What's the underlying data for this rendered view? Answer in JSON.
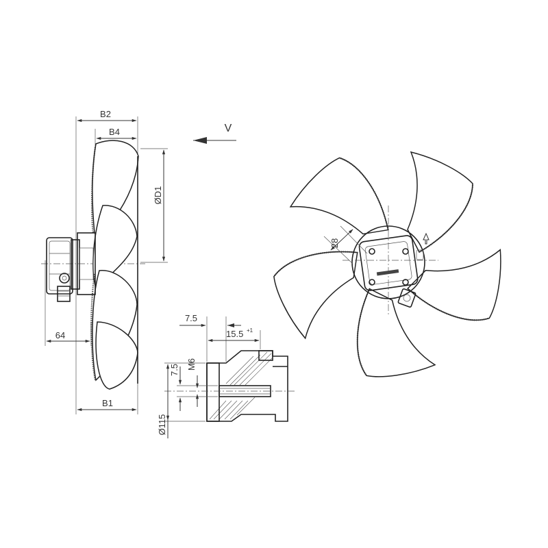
{
  "dimensions": {
    "b2": "B2",
    "b4": "B4",
    "b1": "B1",
    "d1": "ØD1",
    "d64": "64",
    "view_v": "V",
    "d28": "28",
    "shaft_7_5_h": "7.5",
    "shaft_15_5": "15.5",
    "shaft_15_5_tol": "+1",
    "shaft_7_5_v": "7.5",
    "thread_m6": "M6",
    "d115": "Ø115"
  },
  "colors": {
    "line": "#333333",
    "background": "#ffffff"
  }
}
